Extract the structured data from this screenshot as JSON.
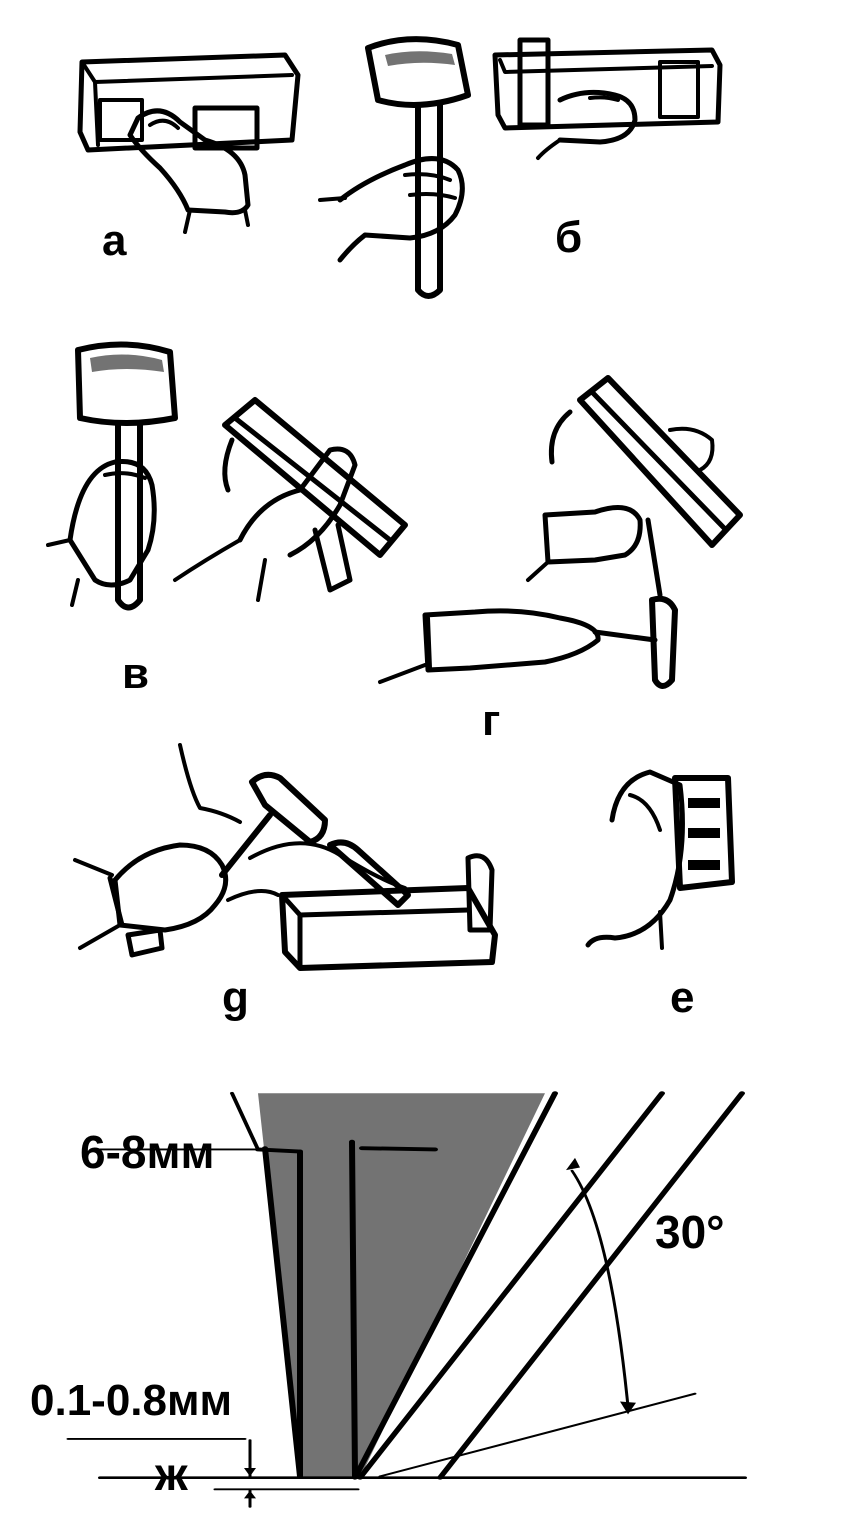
{
  "panels": {
    "a": {
      "label": "а"
    },
    "b": {
      "label": "б"
    },
    "v": {
      "label": "в"
    },
    "g": {
      "label": "г"
    },
    "d": {
      "label": "g"
    },
    "e": {
      "label": "е"
    },
    "zh": {
      "label": "ж"
    }
  },
  "dimensions": {
    "width_label": "6-8мм",
    "gap_label": "0.1-0.8мм",
    "angle_label": "30°"
  },
  "colors": {
    "ink": "#000000",
    "paper": "#ffffff"
  }
}
